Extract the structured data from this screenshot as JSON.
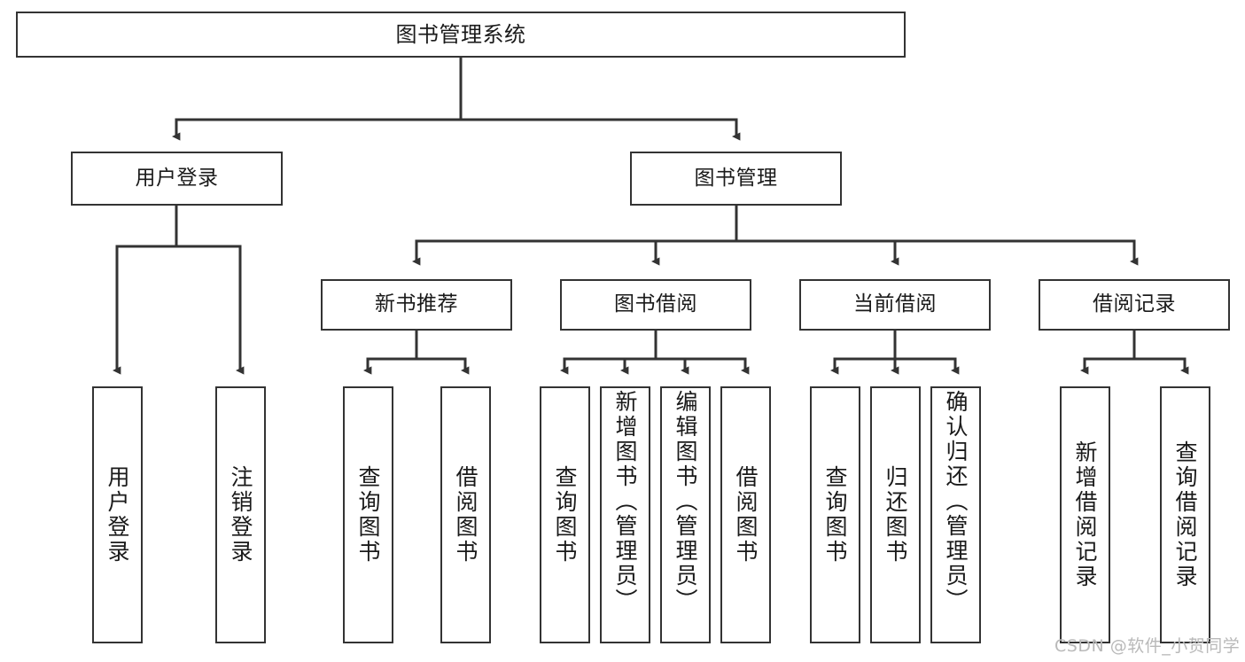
{
  "diagram": {
    "type": "tree-hierarchy-chart",
    "title": "图书管理系统",
    "colors": {
      "box_border": "#333333",
      "box_fill": "#ffffff",
      "edge": "#333333",
      "text": "#1a1a1a",
      "watermark": "#b9b9b9",
      "background": "#ffffff"
    },
    "levels": {
      "level0": [
        {
          "id": "root",
          "label": "图书管理系统"
        }
      ],
      "level1": [
        {
          "id": "user-login",
          "label": "用户登录"
        },
        {
          "id": "book-manage",
          "label": "图书管理"
        }
      ],
      "level2": [
        {
          "id": "new-book-rec",
          "label": "新书推荐"
        },
        {
          "id": "book-borrow",
          "label": "图书借阅"
        },
        {
          "id": "current-borrow",
          "label": "当前借阅"
        },
        {
          "id": "borrow-record",
          "label": "借阅记录"
        }
      ],
      "level3": [
        {
          "id": "leaf-user-login",
          "label": "用户登录",
          "parent": "user-login"
        },
        {
          "id": "leaf-logout",
          "label": "注销登录",
          "parent": "user-login"
        },
        {
          "id": "leaf-query-book-1",
          "label": "查询图书",
          "parent": "new-book-rec"
        },
        {
          "id": "leaf-borrow-book-1",
          "label": "借阅图书",
          "parent": "new-book-rec"
        },
        {
          "id": "leaf-query-book-2",
          "label": "查询图书",
          "parent": "book-borrow"
        },
        {
          "id": "leaf-add-book",
          "label": "新增图书（管理员）",
          "parent": "book-borrow"
        },
        {
          "id": "leaf-edit-book",
          "label": "编辑图书（管理员）",
          "parent": "book-borrow"
        },
        {
          "id": "leaf-borrow-book-2",
          "label": "借阅图书",
          "parent": "book-borrow"
        },
        {
          "id": "leaf-query-book-3",
          "label": "查询图书",
          "parent": "current-borrow"
        },
        {
          "id": "leaf-return-book",
          "label": "归还图书",
          "parent": "current-borrow"
        },
        {
          "id": "leaf-confirm-return",
          "label": "确认归还（管理员）",
          "parent": "current-borrow"
        },
        {
          "id": "leaf-add-record",
          "label": "新增借阅记录",
          "parent": "borrow-record"
        },
        {
          "id": "leaf-query-record",
          "label": "查询借阅记录",
          "parent": "borrow-record"
        }
      ]
    }
  },
  "watermark": {
    "text": "CSDN @软件_小贺同学"
  }
}
